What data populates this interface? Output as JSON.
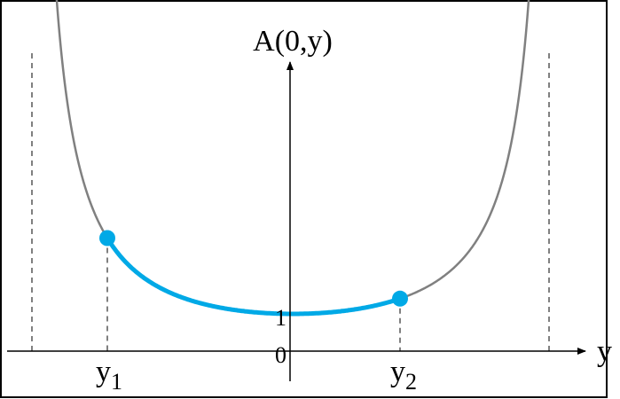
{
  "labels": {
    "y_axis": "A(0,y)",
    "x_axis": "y",
    "origin": "0",
    "one": "1",
    "y1_base": "y",
    "y1_sub": "1",
    "y2_base": "y",
    "y2_sub": "2"
  },
  "colors": {
    "curve": "#808080",
    "highlight": "#00a9e6",
    "axes": "#000000",
    "frame": "#000000"
  }
}
